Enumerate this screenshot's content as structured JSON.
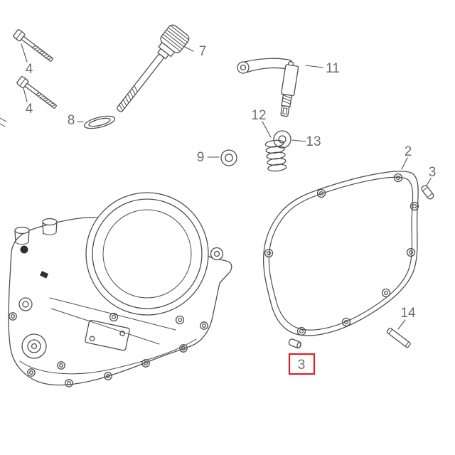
{
  "app": {
    "background": "#ffffff"
  },
  "diagram": {
    "kind": "exploded-parts-diagram",
    "line_color": "#4f4f4f",
    "label_color": "#6d6d6d",
    "highlight_color": "#de1f26",
    "highlighted_label": "3",
    "labels": [
      {
        "part": "flange-bolt-upper",
        "text": "4"
      },
      {
        "part": "flange-bolt-lower",
        "text": "4"
      },
      {
        "part": "oil-filler-dipstick",
        "text": "7"
      },
      {
        "part": "sealing-washer",
        "text": "8"
      },
      {
        "part": "o-ring",
        "text": "9"
      },
      {
        "part": "shift-spindle-arm",
        "text": "11"
      },
      {
        "part": "return-spring",
        "text": "12"
      },
      {
        "part": "flat-washer",
        "text": "13"
      },
      {
        "part": "cover-gasket",
        "text": "2"
      },
      {
        "part": "dowel-pin-upper",
        "text": "3"
      },
      {
        "part": "straight-pin",
        "text": "14"
      },
      {
        "part": "dowel-pin-lower",
        "text": "3",
        "highlighted": true
      }
    ]
  }
}
